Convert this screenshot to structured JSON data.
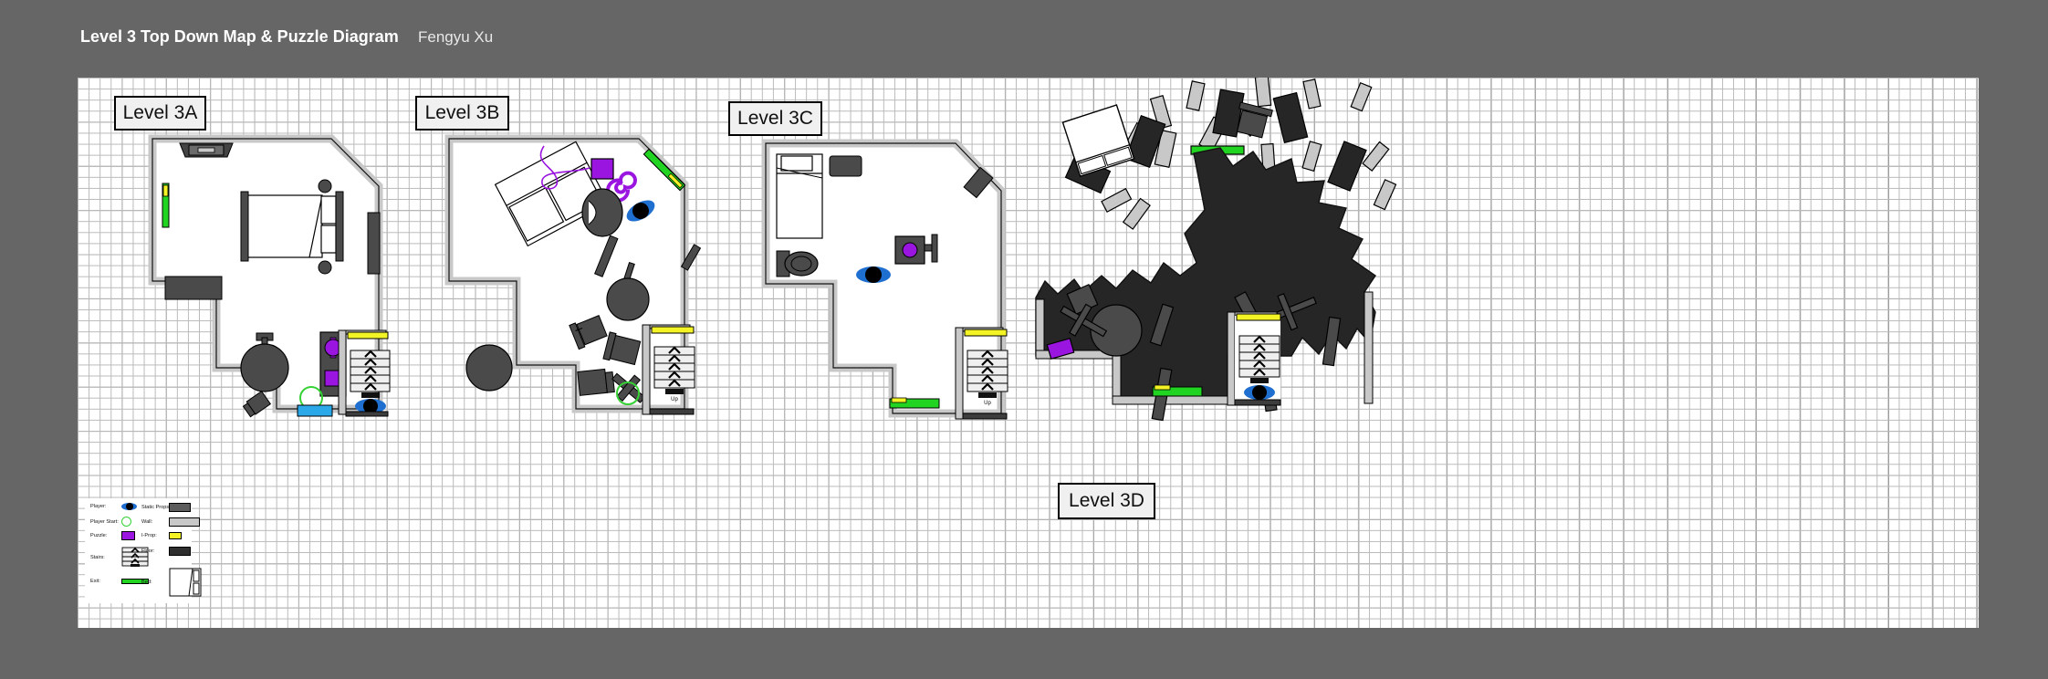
{
  "header": {
    "title": "Level 3 Top Down Map & Puzzle Diagram",
    "author": "Fengyu Xu"
  },
  "levels": [
    {
      "id": "3A",
      "label": "Level 3A"
    },
    {
      "id": "3B",
      "label": "Level 3B"
    },
    {
      "id": "3C",
      "label": "Level 3C"
    },
    {
      "id": "3D",
      "label": "Level 3D"
    }
  ],
  "stairs_label": "Up",
  "legend": {
    "left_column": [
      {
        "label": "Player:",
        "icon": "player-eye-icon"
      },
      {
        "label": "Player Start:",
        "icon": "player-start-circle-icon"
      },
      {
        "label": "Puzzle:",
        "icon": "puzzle-swatch-icon"
      },
      {
        "label": "Stairs:",
        "icon": "stairs-icon"
      },
      {
        "label": "Exit:",
        "icon": "exit-bar-icon"
      }
    ],
    "right_column": [
      {
        "label": "Static Props:",
        "icon": "static-prop-swatch-icon"
      },
      {
        "label": "Wall:",
        "icon": "wall-swatch-icon"
      },
      {
        "label": "I-Prop:",
        "icon": "iprop-swatch-icon"
      },
      {
        "label": "Floor:",
        "icon": "floor-swatch-icon"
      },
      {
        "label": "Bed:",
        "icon": "bed-swatch-icon"
      }
    ]
  },
  "colors": {
    "background": "#666666",
    "canvas": "#ffffff",
    "grid_minor": "#b9b9b9",
    "grid_major": "#8d8d8d",
    "wall": "#c8c8c8",
    "static_prop": "#5c5c5c",
    "floor_dark": "#2e2e2e",
    "puzzle_purple": "#9b15e0",
    "iprop_yellow": "#f3f326",
    "exit_green": "#22d422",
    "player_blue": "#1f6fd0",
    "player_start_green": "#35d135",
    "water_blue": "#2aa8e8",
    "label_fill": "#f0f0f0"
  }
}
